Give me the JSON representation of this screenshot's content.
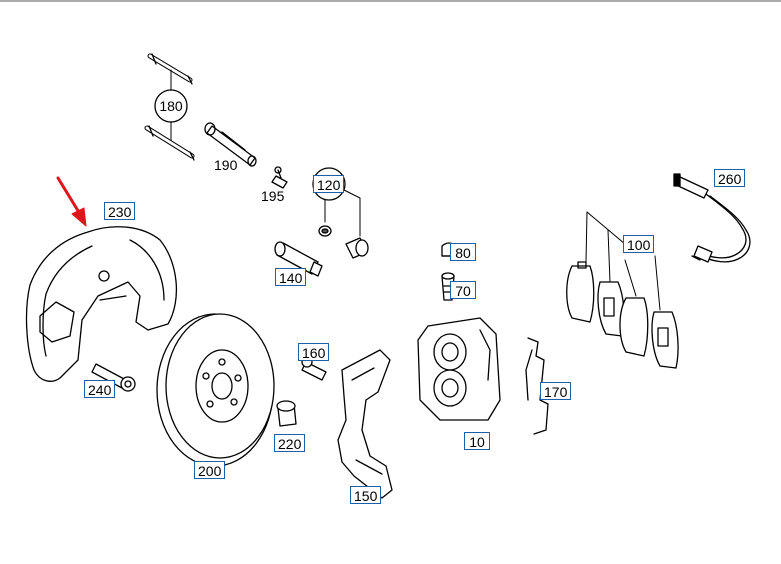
{
  "diagram": {
    "accent_color": "#1f5fa8",
    "pointer_arrow_color": "#e0141b",
    "parts": {
      "p10": "10",
      "p70": "70",
      "p80": "80",
      "p100": "100",
      "p120": "120",
      "p140": "140",
      "p150": "150",
      "p160": "160",
      "p170": "170",
      "p180": "180",
      "p190": "190",
      "p195": "195",
      "p200": "200",
      "p220": "220",
      "p230": "230",
      "p240": "240",
      "p260": "260"
    }
  }
}
